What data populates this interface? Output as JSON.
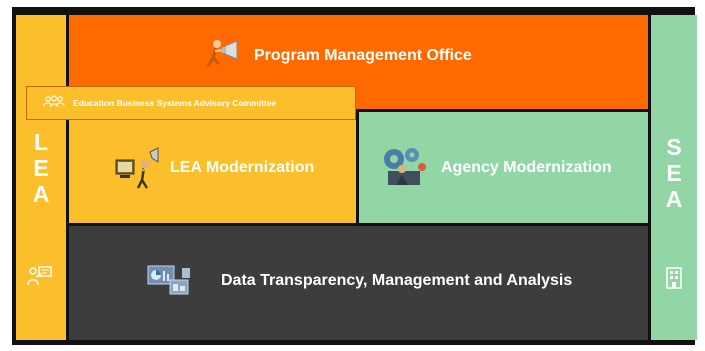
{
  "left_column": {
    "letters": [
      "L",
      "E",
      "A"
    ],
    "icon": "presenter-board-icon"
  },
  "right_column": {
    "letters": [
      "S",
      "E",
      "A"
    ],
    "icon": "office-building-icon"
  },
  "program_office": {
    "label": "Program Management Office",
    "icon": "megaphone-runner-icon"
  },
  "committee": {
    "label": "Education Business Systems Advisory Committee",
    "icon": "people-group-icon"
  },
  "lea_modernization": {
    "label": "LEA Modernization",
    "icon": "computer-megaphone-icon"
  },
  "agency_modernization": {
    "label": "Agency Modernization",
    "icon": "gears-person-icon"
  },
  "data_transparency": {
    "label": "Data Transparency, Management and Analysis",
    "icon": "dashboard-screens-icon"
  },
  "colors": {
    "orange": "#ff6a00",
    "yellow": "#fbbf2b",
    "green": "#93d6a6",
    "dark": "#3d3d3d",
    "frame": "#111111"
  }
}
